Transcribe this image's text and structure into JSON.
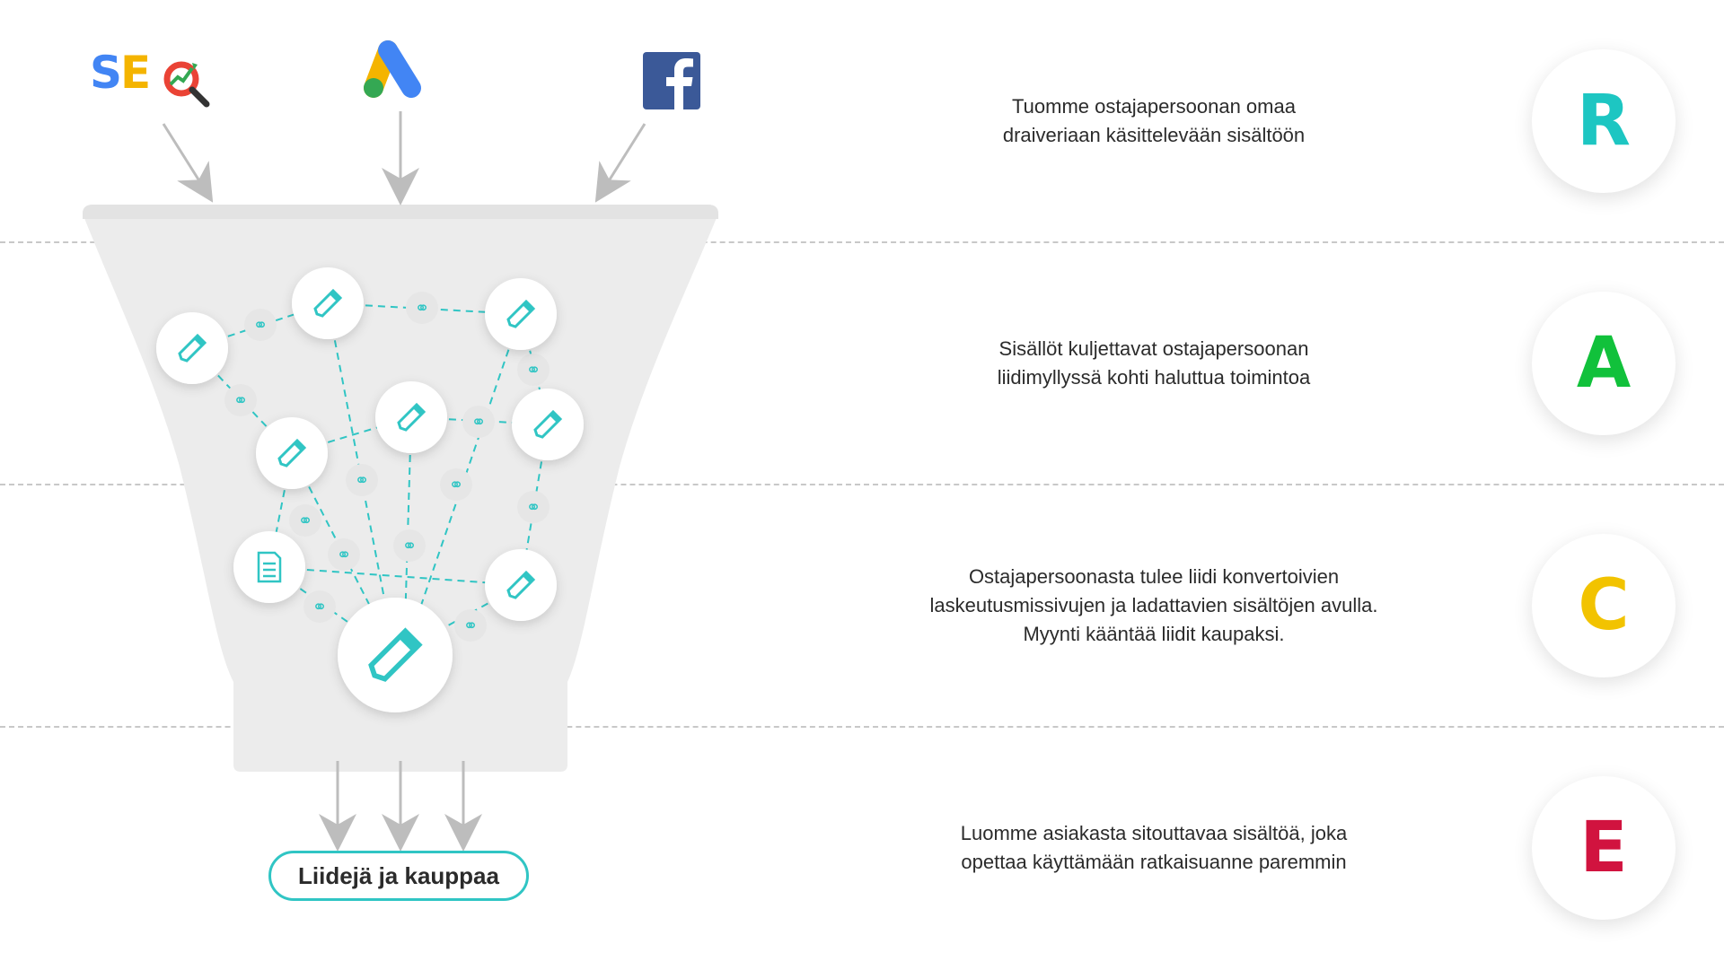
{
  "sources": {
    "seo_label": "SEO"
  },
  "stages": [
    {
      "letter": "R",
      "color": "#1dc6c2",
      "lines": [
        "Tuomme ostajapersoonan omaa",
        "draiveriaan käsittelevään sisältöön"
      ]
    },
    {
      "letter": "A",
      "color": "#11c13b",
      "lines": [
        "Sisällöt kuljettavat ostajapersoonan",
        "liidimyllyssä kohti haluttua toimintoa"
      ]
    },
    {
      "letter": "C",
      "color": "#f2c300",
      "lines": [
        "Ostajapersoonasta tulee liidi konvertoivien",
        "laskeutusmissivujen ja ladattavien sisältöjen avulla.",
        "Myynti kääntää liidit kaupaksi."
      ]
    },
    {
      "letter": "E",
      "color": "#d1133f",
      "lines": [
        "Luomme asiakasta sitouttavaa sisältöä, joka",
        "opettaa käyttämään ratkaisuanne paremmin"
      ]
    }
  ],
  "output": {
    "label": "Liidejä ja kauppaa"
  },
  "colors": {
    "accent": "#30c5c4",
    "funnel": "#ececec",
    "arrow": "#bdbdbd"
  }
}
